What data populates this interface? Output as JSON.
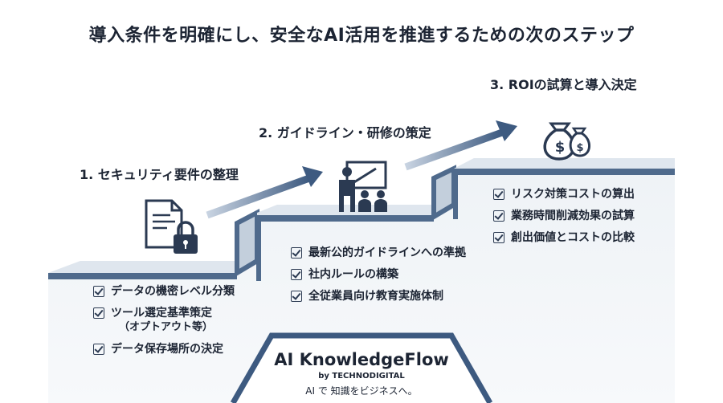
{
  "title": "導入条件を明確にし、安全なAI活用を推進するための次のステップ",
  "steps": [
    {
      "label": "1. セキュリティ要件の整理",
      "icon": "document-lock-icon",
      "items": [
        {
          "text": "データの機密レベル分類"
        },
        {
          "text": "ツール選定基準策定",
          "sub": "（オプトアウト等）"
        },
        {
          "text": "データ保存場所の決定"
        }
      ]
    },
    {
      "label": "2. ガイドライン・研修の策定",
      "icon": "presentation-training-icon",
      "items": [
        {
          "text": "最新公的ガイドラインへの準拠"
        },
        {
          "text": "社内ルールの構築"
        },
        {
          "text": "全従業員向け教育実施体制"
        }
      ]
    },
    {
      "label": "3. ROIの試算と導入決定",
      "icon": "money-bags-icon",
      "items": [
        {
          "text": "リスク対策コストの算出"
        },
        {
          "text": "業務時間削減効果の試算"
        },
        {
          "text": "創出価値とコストの比較"
        }
      ]
    }
  ],
  "brand": {
    "name": "AI KnowledgeFlow",
    "by": "by TECHNODIGITAL",
    "tagline": "AI で 知識をビジネスへ。"
  },
  "colors": {
    "stair_top": "#dfe6ee",
    "stair_front": "#4f6a8c",
    "stair_body": "#f2f5f8",
    "arrow": "#3d5a80",
    "icon": "#2b3a52",
    "text": "#1c2433"
  }
}
